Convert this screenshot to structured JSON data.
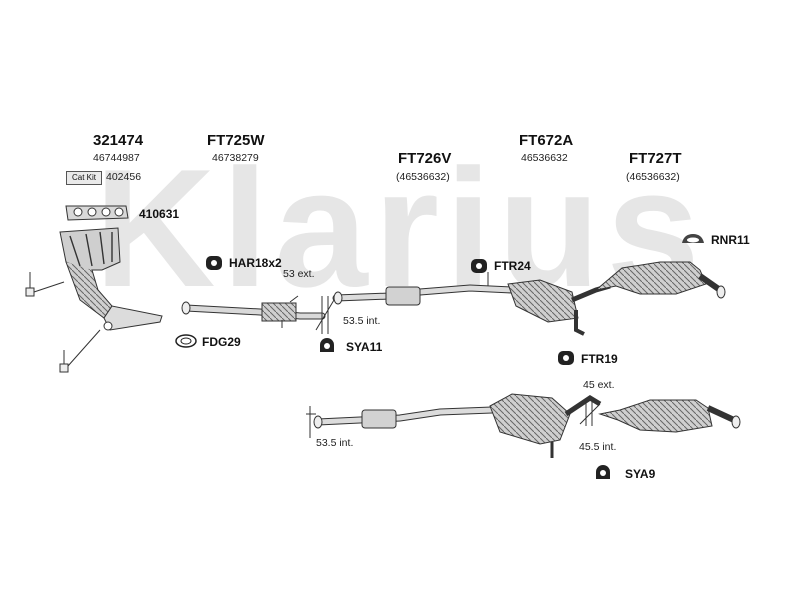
{
  "watermark": "Klarius",
  "parts": {
    "p321474": {
      "code": "321474",
      "ref": "46744987"
    },
    "catkit": {
      "badge": "Cat Kit",
      "ref": "402456"
    },
    "gasket": {
      "code": "410631"
    },
    "ft725w": {
      "code": "FT725W",
      "ref": "46738279"
    },
    "ft726v": {
      "code": "FT726V",
      "ref": "(46536632)"
    },
    "ft672a": {
      "code": "FT672A",
      "ref": "46536632"
    },
    "ft727t": {
      "code": "FT727T",
      "ref": "(46536632)"
    }
  },
  "fittings": {
    "har18x2": "HAR18x2",
    "fdg29": "FDG29",
    "sya11": "SYA11",
    "ftr24": "FTR24",
    "ftr19": "FTR19",
    "rnr11": "RNR11",
    "sya9": "SYA9"
  },
  "dimensions": {
    "ext53": "53 ext.",
    "int53_5_top": "53.5 int.",
    "ext45": "45 ext.",
    "int45_5": "45.5 int.",
    "int53_5_bottom": "53.5 int."
  }
}
